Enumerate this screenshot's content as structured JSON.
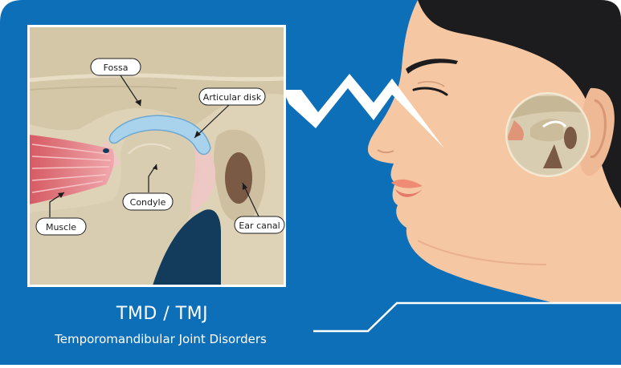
{
  "colors": {
    "panel_blue": "#0d6fb8",
    "panel_blue_dark": "#0a5c9c",
    "skin": "#f5c7a3",
    "hair": "#1c1c1e",
    "bone": "#d9cdb1",
    "bone_dark": "#c6b896",
    "muscle": "#d9646b",
    "disk": "#a9d3ec",
    "ear_canal": "#7a5a45",
    "navy_shadow": "#123b5c",
    "lip": "#ef8a74"
  },
  "labels": {
    "fossa": "Fossa",
    "articular_disk": "Articular disk",
    "condyle": "Condyle",
    "muscle": "Muscle",
    "ear_canal": "Ear canal"
  },
  "caption": {
    "title": "TMD / TMJ",
    "subtitle": "Temporomandibular Joint Disorders"
  },
  "icons": {
    "zigzag": "lightning-zigzag-icon",
    "joint_magnifier": "joint-magnifier-icon"
  }
}
